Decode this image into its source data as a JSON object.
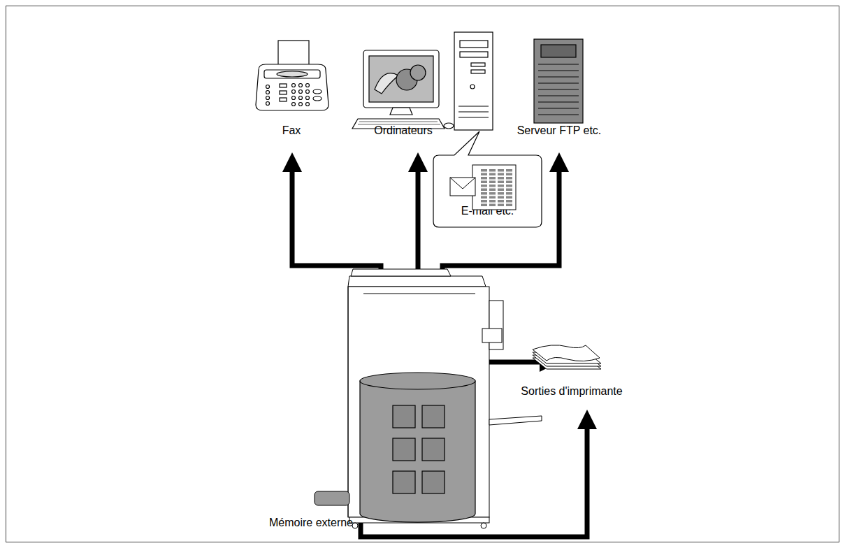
{
  "diagram": {
    "nodes": [
      {
        "text": [
          "E-mail etc."
        ]
      }
    ],
    "labels": [
      "Fax",
      "Ordinateurs",
      "Serveur FTP etc.",
      "Sorties d'imprimante",
      "Mémoire externe"
    ]
  }
}
